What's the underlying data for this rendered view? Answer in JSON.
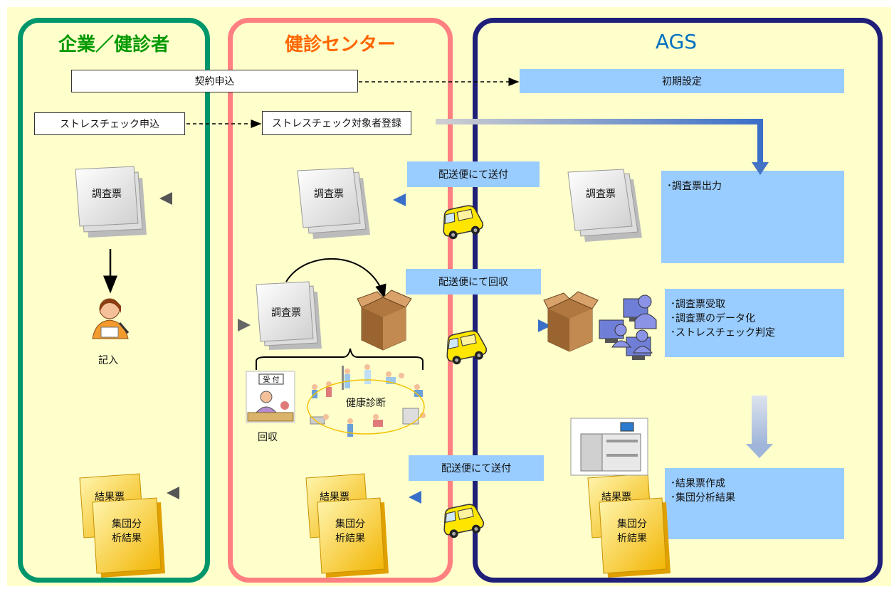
{
  "lanes": {
    "company": {
      "title": "企業／健診者",
      "title_color": "#009900",
      "border_color": "#00966b"
    },
    "center": {
      "title": "健診センター",
      "title_color": "#ff6600",
      "border_color": "#ff8080"
    },
    "ags": {
      "title": "AGS",
      "title_color": "#0070c0",
      "border_color": "#1f1f7a"
    }
  },
  "colors": {
    "background": "#ffffcc",
    "blue_box": "#99ccff",
    "document": "#f2f2f2",
    "result_doc": "#ffd24d"
  },
  "boxes": {
    "contract": "契約申込",
    "initial_setup": "初期設定",
    "stress_apply": "ストレスチェック申込",
    "stress_register": "ストレスチェック対象者登録"
  },
  "delivery": {
    "send1": "配送便にて送付",
    "collect": "配送便にて回収",
    "send2": "配送便にて送付"
  },
  "ags_tasks": {
    "output": [
      "･調査票出力"
    ],
    "process": [
      "･調査票受取",
      "･調査票のデータ化",
      "･ストレスチェック判定"
    ],
    "result": [
      "･結果票作成",
      "･集団分析結果"
    ]
  },
  "documents": {
    "survey": "調査票",
    "result": "結果票",
    "group_line1": "集団分",
    "group_line2": "析結果"
  },
  "labels": {
    "fill_in": "記入",
    "collect": "回収",
    "health_check": "健康診断",
    "reception_sign": "受 付"
  },
  "icons": {
    "truck": "delivery-truck-icon",
    "box": "cardboard-box-icon",
    "person": "person-writing-icon",
    "printer": "printer-icon",
    "computers": "computer-users-icon",
    "reception": "reception-desk-icon",
    "health_check": "health-check-people-icon"
  }
}
